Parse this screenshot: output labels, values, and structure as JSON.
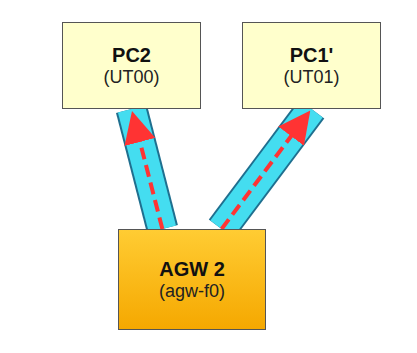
{
  "diagram": {
    "nodes": [
      {
        "text": [
          "PC2",
          "(UT00)"
        ]
      },
      {
        "text": [
          "PC1'",
          "(UT01)"
        ]
      },
      {
        "text": [
          "AGW 2",
          "(agw-f0)"
        ]
      }
    ],
    "edges": [
      {
        "from": 2,
        "to": 0,
        "arrow": "to"
      },
      {
        "from": 2,
        "to": 1,
        "arrow": "to"
      }
    ]
  }
}
